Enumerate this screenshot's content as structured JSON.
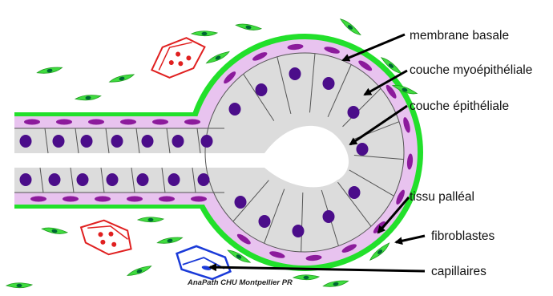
{
  "labels": {
    "membrane": "membrane basale",
    "myoepithelial": "couche myoépithéliale",
    "epithelial": "couche épithéliale",
    "stroma": "tissu palléal",
    "fibroblasts": "fibroblastes",
    "capillaries": "capillaires"
  },
  "credit": "AnaPath CHU Montpellier PR",
  "colors": {
    "basement_membrane": "#22e02b",
    "myoepithelial_cell": "#e8c3ef",
    "myoepithelial_nucleus": "#8c1a9c",
    "epithelial_cell": "#dcdcdc",
    "epithelial_nucleus": "#4b0d8a",
    "fibroblast": "#3fdc3f",
    "red_cell": "#e02020",
    "capillary": "#1a3ad8"
  }
}
